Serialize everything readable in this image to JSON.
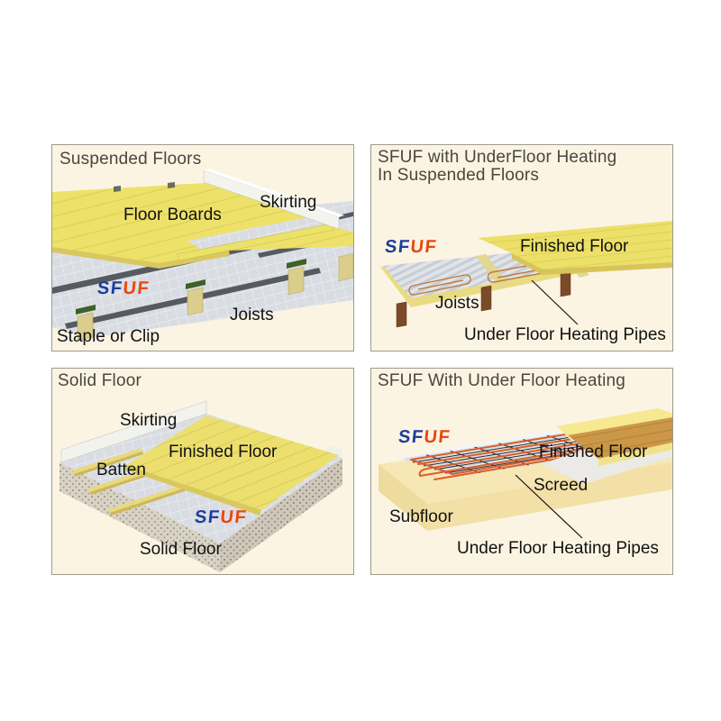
{
  "page": {
    "background": "#ffffff"
  },
  "logo": {
    "part1": "SF",
    "part2": "UF",
    "blue": "#1c3e9c",
    "orange": "#e8480e"
  },
  "panels": {
    "suspended_floors": {
      "title": "Suspended Floors",
      "labels": {
        "floor_boards": "Floor Boards",
        "skirting": "Skirting",
        "joists": "Joists",
        "staple_or_clip": "Staple or Clip"
      }
    },
    "sfuf_underfloor_heating_suspended": {
      "title_line1": "SFUF with UnderFloor Heating",
      "title_line2": "In Suspended Floors",
      "labels": {
        "finished_floor": "Finished Floor",
        "joists": "Joists",
        "under_floor_heating_pipes": "Under Floor Heating Pipes"
      }
    },
    "solid_floor": {
      "title": "Solid Floor",
      "labels": {
        "skirting": "Skirting",
        "finished_floor": "Finished Floor",
        "batten": "Batten",
        "solid_floor": "Solid Floor"
      }
    },
    "sfuf_under_floor_heating": {
      "title": "SFUF With Under Floor Heating",
      "labels": {
        "finished_floor": "Finished Floor",
        "screed": "Screed",
        "subfloor": "Subfloor",
        "under_floor_heating_pipes": "Under Floor Heating Pipes"
      }
    }
  },
  "colors": {
    "panel_background": "#fcf4e3",
    "panel_border": "#9c9a90",
    "insulation_silver": "#d9dde3",
    "floorboard_yellow": "#ece169",
    "joist_timber": "#dbce8c",
    "joist_brown": "#7b4a28",
    "rail_dark": "#565b61",
    "clip_green": "#3f6028",
    "heating_pipe_orange": "#d95f28",
    "screed_grey": "#eceae6",
    "subfloor_tan": "#f6e7b4",
    "concrete_grey": "#d9d3c6",
    "skirting_white": "#f4f4ee",
    "finished_floor_brown": "#cb9848",
    "title_text": "#4b463c",
    "label_text": "#111111"
  }
}
